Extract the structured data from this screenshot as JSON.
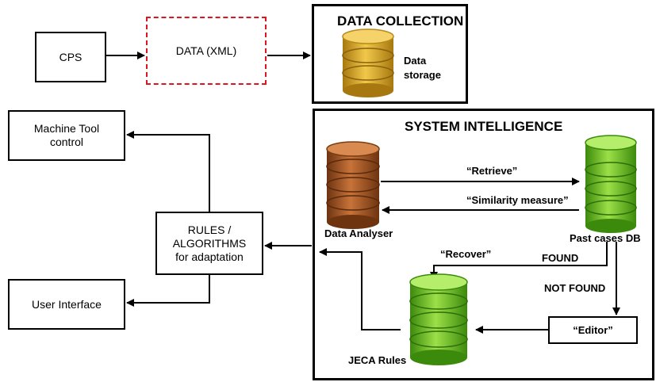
{
  "colors": {
    "dashed_border": "#e0141e",
    "db_gold": "#d9a51c",
    "db_brown": "#a0521c",
    "db_green": "#6cbf1c"
  },
  "cps": {
    "label": "CPS"
  },
  "data_xml": {
    "label": "DATA (XML)"
  },
  "data_collection": {
    "title": "DATA COLLECTION",
    "storage_line1": "Data",
    "storage_line2": "storage"
  },
  "machine_tool": {
    "line1": "Machine Tool",
    "line2": "control"
  },
  "user_interface": {
    "label": "User Interface"
  },
  "rules": {
    "line1": "RULES /",
    "line2": "ALGORITHMS",
    "line3": "for adaptation"
  },
  "system_intelligence": {
    "title": "SYSTEM INTELLIGENCE",
    "data_analyser": "Data Analyser",
    "past_cases": "Past cases DB",
    "jeca_rules": "JECA Rules",
    "retrieve": "“Retrieve”",
    "similarity": "“Similarity measure”",
    "recover": "“Recover”",
    "found": "FOUND",
    "not_found": "NOT FOUND",
    "editor": "“Editor”"
  },
  "icons": [
    "database-gold-icon",
    "database-brown-icon",
    "database-green-icon"
  ]
}
